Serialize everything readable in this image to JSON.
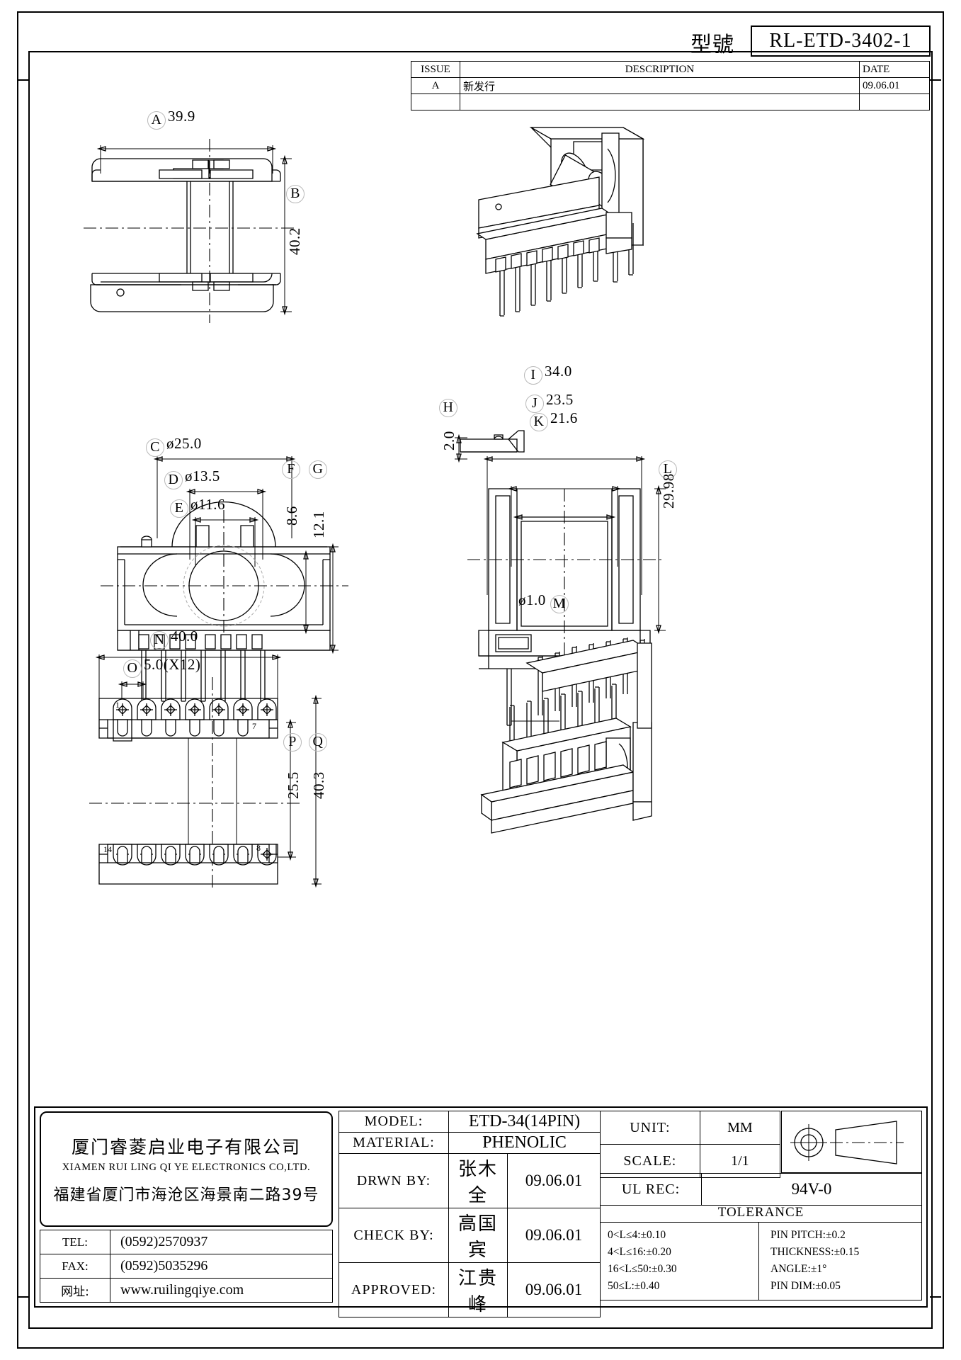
{
  "header": {
    "model_label_cjk": "型號",
    "model_number": "RL-ETD-3402-1"
  },
  "revision_table": {
    "headers": {
      "issue": "ISSUE",
      "description": "DESCRIPTION",
      "date": "DATE"
    },
    "rows": [
      {
        "issue": "A",
        "description": "新发行",
        "date": "09.06.01"
      },
      {
        "issue": "",
        "description": "",
        "date": ""
      }
    ]
  },
  "dimensions": {
    "A": {
      "ref": "A",
      "value": "39.9"
    },
    "B": {
      "ref": "B",
      "value": "40.2"
    },
    "C": {
      "ref": "C",
      "value": "ø25.0"
    },
    "D": {
      "ref": "D",
      "value": "ø13.5"
    },
    "E": {
      "ref": "E",
      "value": "ø11.6"
    },
    "F": {
      "ref": "F",
      "value": "8.6"
    },
    "G": {
      "ref": "G",
      "value": "12.1"
    },
    "H": {
      "ref": "H",
      "value": "2.0"
    },
    "I": {
      "ref": "I",
      "value": "34.0"
    },
    "J": {
      "ref": "J",
      "value": "23.5"
    },
    "K": {
      "ref": "K",
      "value": "21.6"
    },
    "L": {
      "ref": "L",
      "value": "29.98"
    },
    "M": {
      "ref": "M",
      "value": "ø1.0"
    },
    "N": {
      "ref": "N",
      "value": "40.0"
    },
    "O": {
      "ref": "O",
      "value": "5.0(X12)"
    },
    "P": {
      "ref": "P",
      "value": "25.5"
    },
    "Q": {
      "ref": "Q",
      "value": "40.3"
    }
  },
  "pin_numbers": {
    "top_left": "1",
    "top_right": "7",
    "bottom_left": "14",
    "bottom_right": "8"
  },
  "title_block": {
    "company_cn": "厦门睿菱启业电子有限公司",
    "company_en": "XIAMEN RUI LING QI YE ELECTRONICS CO,LTD.",
    "address_cn": "福建省厦门市海沧区海景南二路39号",
    "contact": [
      {
        "label": "TEL:",
        "value": "(0592)2570937",
        "cjk": false
      },
      {
        "label": "FAX:",
        "value": "(0592)5035296",
        "cjk": false
      },
      {
        "label": "网址:",
        "value": "www.ruilingqiye.com",
        "cjk": true
      }
    ],
    "spec_rows": [
      {
        "key": "MODEL:",
        "value": "ETD-34(14PIN)",
        "date": "",
        "cjk": false
      },
      {
        "key": "MATERIAL:",
        "value": "PHENOLIC",
        "date": "",
        "cjk": false
      },
      {
        "key": "DRWN BY:",
        "value": "张木全",
        "date": "09.06.01",
        "cjk": true
      },
      {
        "key": "CHECK BY:",
        "value": "高国宾",
        "date": "09.06.01",
        "cjk": true
      },
      {
        "key": "APPROVED:",
        "value": "江贵峰",
        "date": "09.06.01",
        "cjk": true
      }
    ],
    "unit": {
      "key": "UNIT:",
      "value": "MM"
    },
    "scale": {
      "key": "SCALE:",
      "value": "1/1"
    },
    "ul_rec": {
      "key": "UL REC:",
      "value": "94V-0"
    },
    "tolerance_title": "TOLERANCE",
    "tolerance_left": [
      "0<L≤4:±0.10",
      "4<L≤16:±0.20",
      "16<L≤50:±0.30",
      "50≤L:±0.40"
    ],
    "tolerance_right": [
      "PIN PITCH:±0.2",
      "THICKNESS:±0.15",
      "ANGLE:±1°",
      "PIN DIM:±0.05"
    ],
    "projection_symbol": "first-angle-projection-symbol"
  }
}
